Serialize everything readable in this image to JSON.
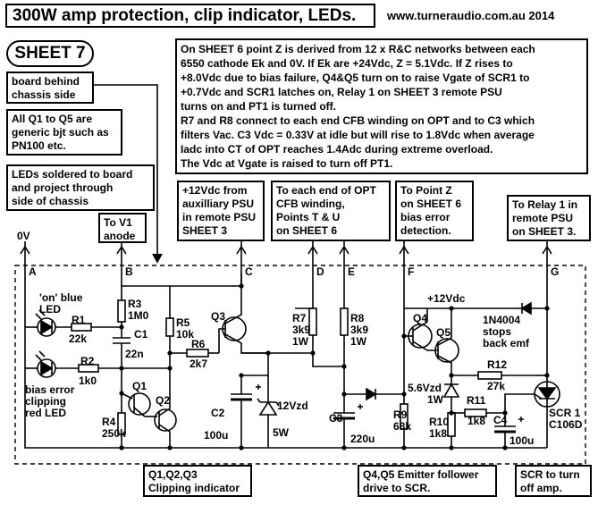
{
  "title": "300W amp protection, clip indicator, LEDs.",
  "website": "www.turneraudio.com.au  2014",
  "sheet": "SHEET 7",
  "notes": {
    "main": [
      "On SHEET 6 point Z is derived from 12 x  R&C networks between each",
      "6550 cathode  Ek and 0V. If Ek are +24Vdc, Z = 5.1Vdc. If Z rises to",
      "+8.0Vdc due to bias failure, Q4&Q5 turn on to raise Vgate of SCR1 to",
      "+0.7Vdc and  SCR1 latches on, Relay 1 on  SHEET 3  remote PSU",
      "turns on and PT1 is turned off.",
      "R7 and R8 connect to each end CFB winding on OPT and to C3 which",
      "filters Vac. C3 Vdc = 0.33V  at idle but will rise to 1.8Vdc when average",
      "Iadc into CT of OPT  reaches 1.4Adc  during extreme overload.",
      "The Vdc at  Vgate is raised to turn off PT1."
    ],
    "board": [
      "board behind",
      "chassis side"
    ],
    "generic": [
      "All Q1 to Q5 are",
      "generic bjt such as",
      "PN100 etc."
    ],
    "leds": [
      "LEDs soldered to board",
      "and project through",
      "side of chassis"
    ],
    "v1": [
      "To V1",
      "anode"
    ],
    "psu12": [
      "+12Vdc from",
      "auxilliary PSU",
      "in remote PSU",
      "SHEET 3"
    ],
    "opt": [
      "To each end of OPT",
      "CFB winding,",
      "Points T & U",
      "on SHEET 6"
    ],
    "pointz": [
      "To Point Z",
      "on SHEET 6",
      "bias error",
      "detection."
    ],
    "relay": [
      "To Relay 1 in",
      "remote PSU",
      "on SHEET 3."
    ],
    "clip": [
      "Q1,Q2,Q3",
      "Clipping indicator"
    ],
    "emitter": [
      "Q4,Q5 Emitter follower",
      "drive to SCR."
    ],
    "scrturn": [
      "SCR to turn",
      "off amp."
    ]
  },
  "nodes": {
    "zero_v": "0V",
    "a": "A",
    "b": "B",
    "c": "C",
    "d": "D",
    "e": "E",
    "f": "F",
    "g": "G"
  },
  "components": {
    "led_on": [
      "'on' blue",
      "LED"
    ],
    "led_bias": [
      "bias error",
      "clipping",
      "red LED"
    ],
    "r1": [
      "R1",
      "22k"
    ],
    "r2": [
      "R2",
      "1k0"
    ],
    "r3": [
      "R3",
      "1M0"
    ],
    "c1": [
      "C1",
      "22n"
    ],
    "r4": [
      "R4",
      "250k"
    ],
    "r5": [
      "R5",
      "10k"
    ],
    "r6": [
      "R6",
      "2k7"
    ],
    "q1": "Q1",
    "q2": "Q2",
    "q3": "Q3",
    "c2": [
      "C2",
      "100u"
    ],
    "zener12": [
      "12Vzd",
      "5W"
    ],
    "r7": [
      "R7",
      "3k9",
      "1W"
    ],
    "r8": [
      "R8",
      "3k9",
      "1W"
    ],
    "c3": [
      "C3",
      "220u"
    ],
    "r9": [
      "R9",
      "68k"
    ],
    "q4": "Q4",
    "q5": "Q5",
    "plus12": "+12Vdc",
    "diode": [
      "1N4004",
      "stops",
      "back emf"
    ],
    "zener56": [
      "5.6Vzd",
      "1W"
    ],
    "r10": [
      "R10",
      "1k8"
    ],
    "r11": [
      "R11",
      "1k8"
    ],
    "r12": [
      "R12",
      "27k"
    ],
    "c4": [
      "C4",
      "100u"
    ],
    "scr": [
      "SCR 1",
      "C106D"
    ]
  }
}
